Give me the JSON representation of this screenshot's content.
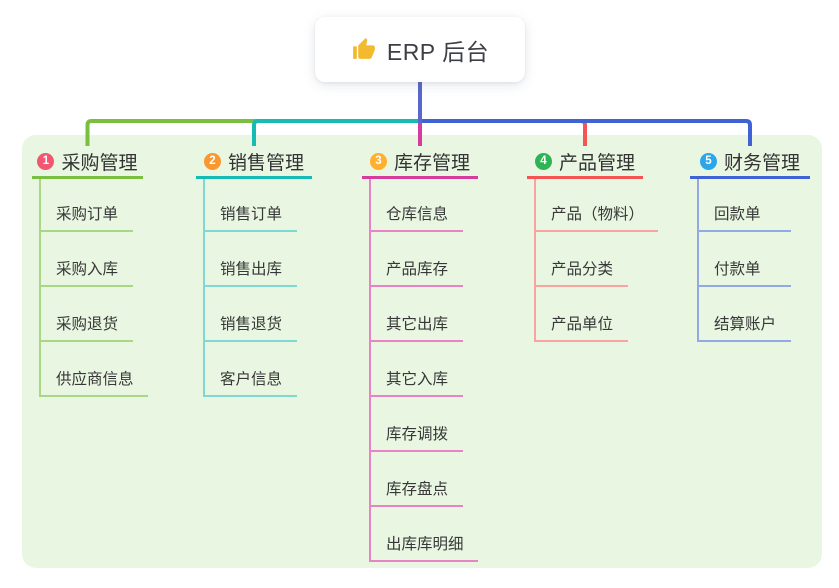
{
  "page": {
    "background": "#ffffff",
    "panel_color": "#e8f6e2"
  },
  "root": {
    "label": "ERP 后台",
    "icon": "thumbs-up-icon",
    "icon_color": "#f3b92f",
    "line_color": "#5868cd"
  },
  "branches": [
    {
      "badge": "1",
      "label": "采购管理",
      "badge_color": "#f25670",
      "line_color": "#7abf3f",
      "child_line_color": "#a9d786",
      "children": [
        "采购订单",
        "采购入库",
        "采购退货",
        "供应商信息"
      ]
    },
    {
      "badge": "2",
      "label": "销售管理",
      "badge_color": "#f9982f",
      "line_color": "#16bcb4",
      "child_line_color": "#7fd8d2",
      "children": [
        "销售订单",
        "销售出库",
        "销售退货",
        "客户信息"
      ]
    },
    {
      "badge": "3",
      "label": "库存管理",
      "badge_color": "#ffb02e",
      "line_color": "#d63c9d",
      "child_line_color": "#ea82c6",
      "children": [
        "仓库信息",
        "产品库存",
        "其它出库",
        "其它入库",
        "库存调拨",
        "库存盘点",
        "出库库明细"
      ]
    },
    {
      "badge": "4",
      "label": "产品管理",
      "badge_color": "#2db454",
      "line_color": "#f45552",
      "child_line_color": "#f9a4a0",
      "children": [
        "产品（物料）",
        "产品分类",
        "产品单位"
      ]
    },
    {
      "badge": "5",
      "label": "财务管理",
      "badge_color": "#2ca6e9",
      "line_color": "#3f63d4",
      "child_line_color": "#92a9e6",
      "children": [
        "回款单",
        "付款单",
        "结算账户"
      ]
    }
  ]
}
